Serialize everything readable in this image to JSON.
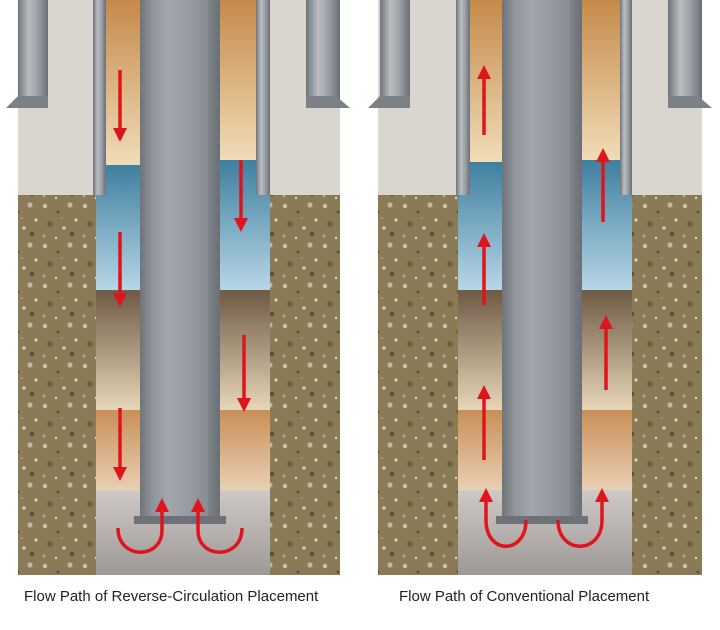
{
  "captions": {
    "left": "Flow Path of Reverse-Circulation Placement",
    "right": "Flow Path of Conventional Placement"
  },
  "colors": {
    "arrow": "#e0141c",
    "casing": "#9ea3a8",
    "tubing": "#8f949a",
    "cement": "#d9d6cf",
    "formation": "#8a7a55",
    "mud_tan": "#d9b98a",
    "spacer_blue": "#7fb3cf",
    "slurry_brown": "#8c7a66",
    "lower_orange": "#d5a77c",
    "bottom_grey": "#b7b3b1"
  },
  "diagrams": [
    {
      "name": "reverse-circulation",
      "annulus_flow": "down",
      "return_flow": "up-tubing"
    },
    {
      "name": "conventional",
      "annulus_flow": "up",
      "return_flow": "down-tubing"
    }
  ]
}
